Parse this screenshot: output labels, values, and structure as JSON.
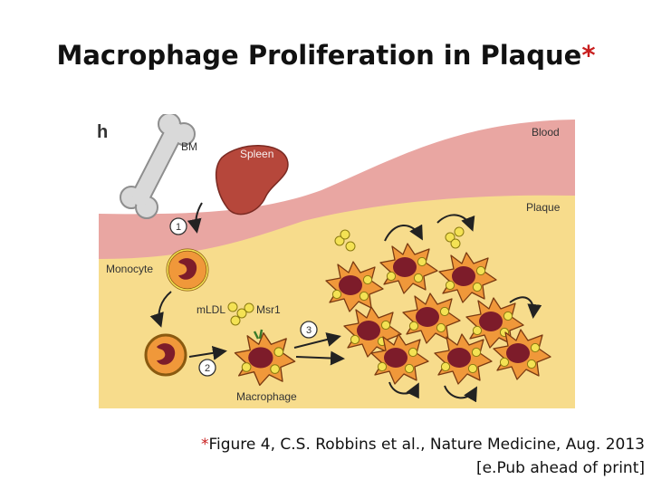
{
  "slide": {
    "title": "Macrophage Proliferation in Plaque",
    "title_asterisk": "*",
    "caption_line1": "Figure 4, C.S. Robbins et al., Nature Medicine, Aug. 2013",
    "caption_line2": "[e.Pub ahead of print]",
    "caption_asterisk": "*"
  },
  "figure": {
    "panel_label": "h",
    "labels": {
      "bm": "BM",
      "spleen": "Spleen",
      "blood": "Blood",
      "plaque": "Plaque",
      "monocyte": "Monocyte",
      "mldl": "mLDL",
      "msr1": "Msr1",
      "macrophage": "Macrophage"
    },
    "steps": [
      "1",
      "2",
      "3"
    ]
  }
}
